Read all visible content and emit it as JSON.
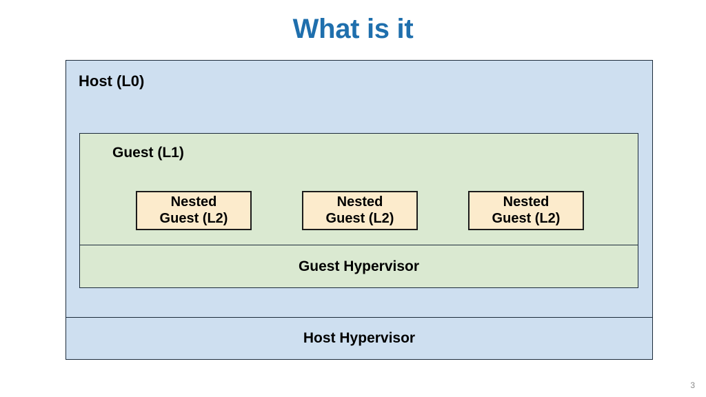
{
  "slide": {
    "title": "What is it",
    "number": "3",
    "title_color": "#1f6fad"
  },
  "diagram": {
    "type": "nested-virtualization-layers",
    "host": {
      "label": "Host (L0)",
      "fill": "#cedff0",
      "border": "#1b2a3a"
    },
    "guest": {
      "label": "Guest (L1)",
      "fill": "#dae9d1",
      "border": "#1b2a3a"
    },
    "nested_guests": [
      {
        "line1": "Nested",
        "line2": "Guest (L2)"
      },
      {
        "line1": "Nested",
        "line2": "Guest (L2)"
      },
      {
        "line1": "Nested",
        "line2": "Guest (L2)"
      }
    ],
    "nested_guest_fill": "#fcebcc",
    "nested_guest_border": "#1b1b1b",
    "guest_hypervisor": {
      "label": "Guest Hypervisor"
    },
    "host_hypervisor": {
      "label": "Host Hypervisor"
    }
  }
}
